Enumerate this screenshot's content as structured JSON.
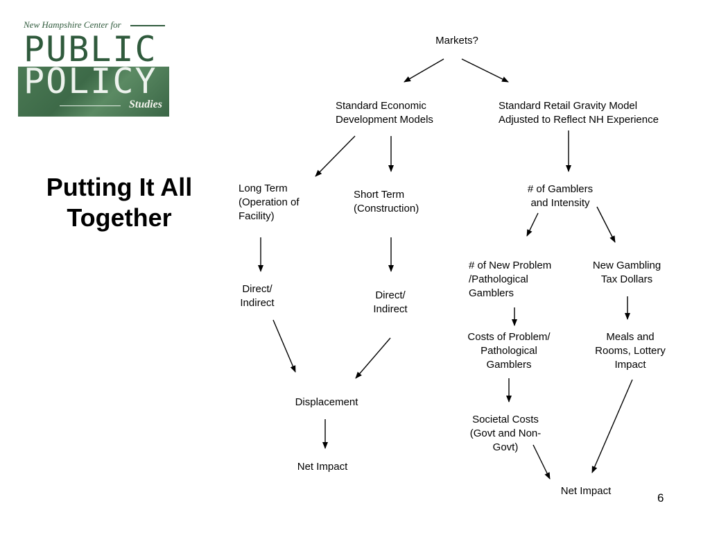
{
  "logo": {
    "line1": "New Hampshire Center for",
    "line2": "PUBLIC",
    "line3": "POLICY",
    "line4": "Studies"
  },
  "title": {
    "line1": "Putting It All",
    "line2": "Together"
  },
  "nodes": {
    "markets": [
      "Markets?"
    ],
    "econ_models": [
      "Standard Economic",
      "Development Models"
    ],
    "gravity_model": [
      "Standard Retail Gravity Model",
      "Adjusted to Reflect NH Experience"
    ],
    "long_term": [
      "Long Term",
      "(Operation of",
      "Facility)"
    ],
    "short_term": [
      "Short Term",
      "(Construction)"
    ],
    "gamblers": [
      "# of Gamblers",
      "and Intensity"
    ],
    "direct_lt": [
      "Direct/",
      "Indirect"
    ],
    "direct_st": [
      "Direct/",
      "Indirect"
    ],
    "problem_gamblers": [
      "# of New Problem",
      "/Pathological",
      "Gamblers"
    ],
    "tax_dollars": [
      "New Gambling",
      "Tax Dollars"
    ],
    "costs_problem": [
      "Costs of Problem/",
      "Pathological",
      "Gamblers"
    ],
    "meals_rooms": [
      "Meals and",
      "Rooms, Lottery",
      "Impact"
    ],
    "displacement": [
      "Displacement"
    ],
    "societal_costs": [
      "Societal Costs",
      "(Govt and Non-",
      "Govt)"
    ],
    "net_impact_left": [
      "Net Impact"
    ],
    "net_impact_right": [
      "Net Impact"
    ]
  },
  "page_number": "6"
}
